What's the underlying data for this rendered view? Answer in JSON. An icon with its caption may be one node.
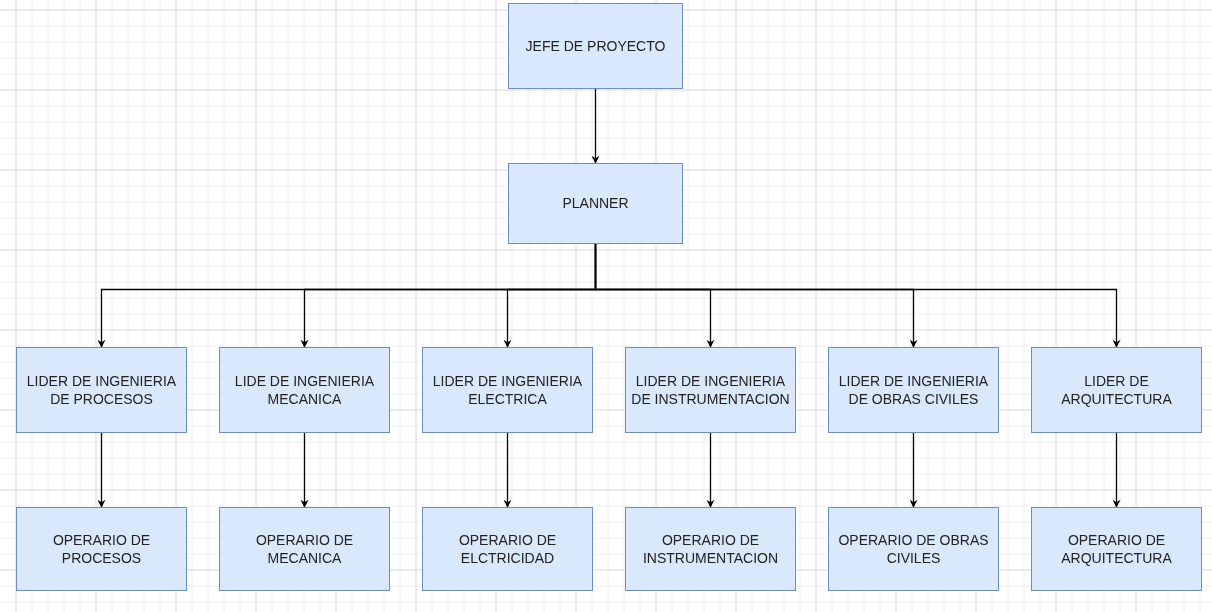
{
  "diagram": {
    "nodes": [
      {
        "text": [
          "JEFE DE PROYECTO"
        ]
      },
      {
        "text": [
          "PLANNER"
        ]
      },
      {
        "text": [
          "LIDER DE INGENIERIA DE PROCESOS"
        ]
      },
      {
        "text": [
          "LIDE DE INGENIERIA MECANICA"
        ]
      },
      {
        "text": [
          "LIDER DE INGENIERIA ELECTRICA"
        ]
      },
      {
        "text": [
          "LIDER DE INGENIERIA DE INSTRUMENTACION"
        ]
      },
      {
        "text": [
          "LIDER DE INGENIERIA DE OBRAS CIVILES"
        ]
      },
      {
        "text": [
          "LIDER DE ARQUITECTURA"
        ]
      },
      {
        "text": [
          "OPERARIO DE PROCESOS"
        ]
      },
      {
        "text": [
          "OPERARIO DE MECANICA"
        ]
      },
      {
        "text": [
          "OPERARIO DE ELCTRICIDAD"
        ]
      },
      {
        "text": [
          "OPERARIO DE INSTRUMENTACION"
        ]
      },
      {
        "text": [
          "OPERARIO DE OBRAS CIVILES"
        ]
      },
      {
        "text": [
          "OPERARIO DE ARQUITECTURA"
        ]
      }
    ],
    "edges": [
      {
        "from": 0,
        "to": 1,
        "arrow": "to"
      },
      {
        "from": 1,
        "to": 2,
        "arrow": "to"
      },
      {
        "from": 1,
        "to": 3,
        "arrow": "to"
      },
      {
        "from": 1,
        "to": 4,
        "arrow": "to"
      },
      {
        "from": 1,
        "to": 5,
        "arrow": "to"
      },
      {
        "from": 1,
        "to": 6,
        "arrow": "to"
      },
      {
        "from": 1,
        "to": 7,
        "arrow": "to"
      },
      {
        "from": 2,
        "to": 8,
        "arrow": "to"
      },
      {
        "from": 3,
        "to": 9,
        "arrow": "to"
      },
      {
        "from": 4,
        "to": 10,
        "arrow": "to"
      },
      {
        "from": 5,
        "to": 11,
        "arrow": "to"
      },
      {
        "from": 6,
        "to": 12,
        "arrow": "to"
      },
      {
        "from": 7,
        "to": 13,
        "arrow": "to"
      }
    ]
  }
}
